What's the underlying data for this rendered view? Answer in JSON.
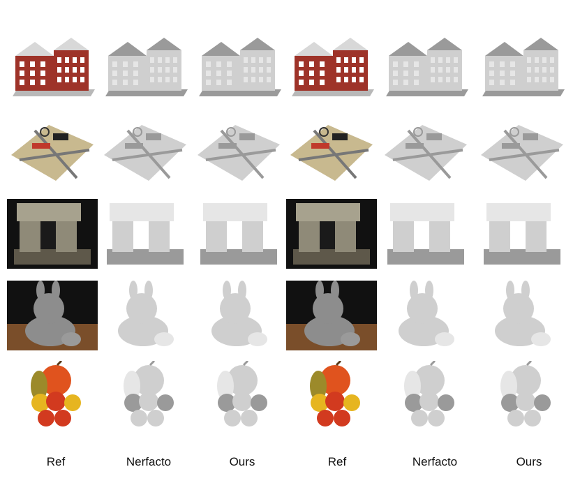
{
  "columns": [
    "Ref",
    "Nerfacto",
    "Ours",
    "Ref",
    "Nerfacto",
    "Ours"
  ],
  "rows": [
    {
      "subject": "building-model",
      "photo_bg": "#ffffff",
      "photo_main": "#9e3329",
      "photo_accent": "#d8d8d8"
    },
    {
      "subject": "scissors-on-stone",
      "photo_bg": "#ffffff",
      "photo_main": "#c8b98f",
      "photo_accent": "#c0392b"
    },
    {
      "subject": "stone-arch",
      "photo_bg": "#111111",
      "photo_main": "#8f8a78",
      "photo_accent": "#5e584a"
    },
    {
      "subject": "rabbit-statue",
      "photo_bg": "#111111",
      "photo_main": "#8d8d8d",
      "photo_accent": "#7a4e2a"
    },
    {
      "subject": "fruit-pile",
      "photo_bg": "#ffffff",
      "photo_main": "#d23a1f",
      "photo_accent": "#e6b520"
    }
  ],
  "colors": {
    "mesh_fill": "#cfcfcf",
    "mesh_light": "#e6e6e6",
    "mesh_dark": "#9a9a9a",
    "label_text": "#111111"
  }
}
